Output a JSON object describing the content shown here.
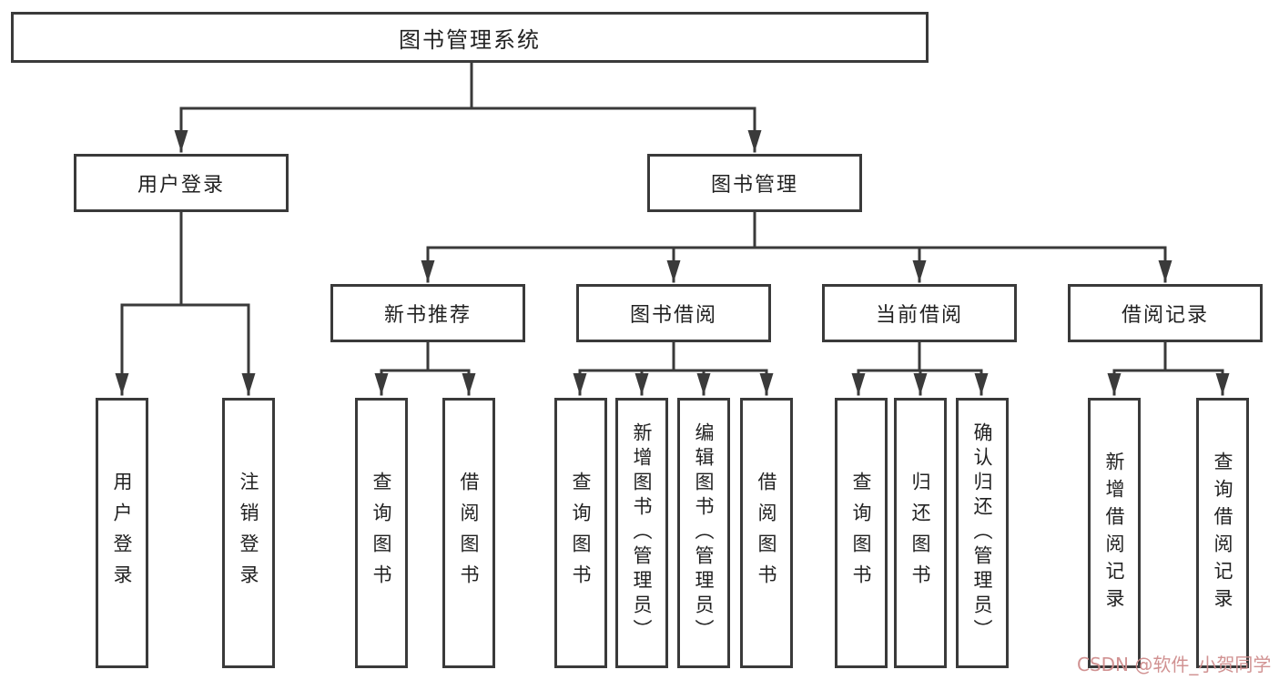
{
  "diagram": {
    "root": {
      "label": "图书管理系统"
    },
    "branches": [
      {
        "label": "用户登录",
        "children": [
          "用户登录",
          "注销登录"
        ]
      },
      {
        "label": "图书管理",
        "groups": [
          {
            "label": "新书推荐",
            "children": [
              "查询图书",
              "借阅图书"
            ]
          },
          {
            "label": "图书借阅",
            "children": [
              "查询图书",
              "新增图书（管理员）",
              "编辑图书（管理员）",
              "借阅图书"
            ]
          },
          {
            "label": "当前借阅",
            "children": [
              "查询图书",
              "归还图书",
              "确认归还（管理员）"
            ]
          },
          {
            "label": "借阅记录",
            "children": [
              "新增借阅记录",
              "查询借阅记录"
            ]
          }
        ]
      }
    ]
  },
  "watermark": {
    "text": "CSDN @软件_小贺同学"
  },
  "colors": {
    "background": "#ffffff",
    "line": "#3a3a3a",
    "box_border": "#3a3a3a",
    "text": "#222222",
    "watermark": "#cf8c8c"
  }
}
